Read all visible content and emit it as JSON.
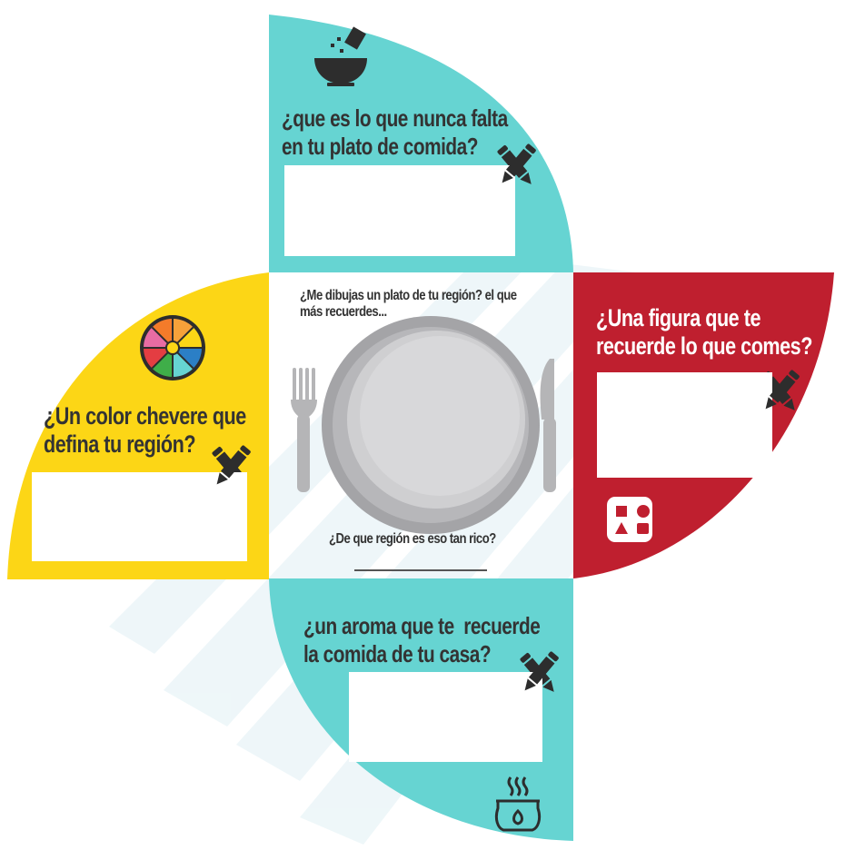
{
  "cards": {
    "top": {
      "question_line1": "¿que es lo que nunca falta",
      "question_line2": "en tu plato de comida?",
      "icon": "bowl-salt-icon",
      "color": "#66d4d2"
    },
    "left": {
      "question_line1": "¿Un color chevere que",
      "question_line2": "defina tu región?",
      "icon": "color-wheel-icon",
      "color": "#fcd616"
    },
    "right": {
      "question_line1": "¿Una figura que te",
      "question_line2": "recuerde lo que comes?",
      "icon": "shapes-icon",
      "color": "#bf1f2f"
    },
    "bottom": {
      "question_line1": "¿un aroma que te  recuerde",
      "question_line2": "la comida de tu casa?",
      "icon": "aroma-burner-icon",
      "color": "#66d4d2"
    }
  },
  "center": {
    "prompt_line1": "¿Me dibujas un plato de tu región? el que",
    "prompt_line2": "más recuerdes...",
    "region_question": "¿De que región es eso tan rico?",
    "icons": [
      "fork-icon",
      "plate-icon",
      "knife-icon"
    ]
  }
}
